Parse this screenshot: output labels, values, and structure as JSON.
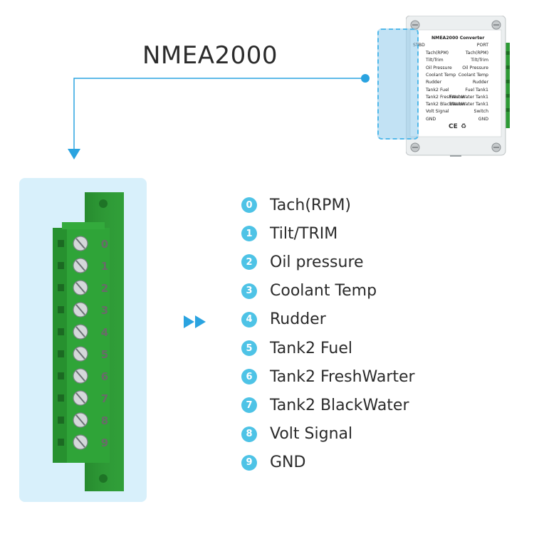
{
  "title": "NMEA2000",
  "device": {
    "name": "NMEA2000 Converter",
    "left_header": "STBD",
    "right_header": "PORT",
    "left_labels": [
      "Tach(RPM)",
      "Tilt/Trim",
      "Oil Pressure",
      "Coolant Temp",
      "Rudder",
      "Tank2 Fuel",
      "Tank2 FreshWater",
      "Tank2 BlackWater",
      "Volt Signal",
      "GND"
    ],
    "right_labels": [
      "Tach(RPM)",
      "Tilt/Trim",
      "Oil Pressure",
      "Coolant Temp",
      "Rudder",
      "Fuel Tank1",
      "FreshWater Tank1",
      "BlackWater Tank1",
      "Switch",
      "GND"
    ],
    "ce_mark": "CE",
    "recycle_mark": "♻"
  },
  "terminal_numbers": [
    "0",
    "1",
    "2",
    "3",
    "4",
    "5",
    "6",
    "7",
    "8",
    "9"
  ],
  "pins": [
    {
      "num": "0",
      "label": "Tach(RPM)"
    },
    {
      "num": "1",
      "label": "Tilt/TRIM"
    },
    {
      "num": "2",
      "label": "Oil pressure"
    },
    {
      "num": "3",
      "label": "Coolant Temp"
    },
    {
      "num": "4",
      "label": "Rudder"
    },
    {
      "num": "5",
      "label": "Tank2 Fuel"
    },
    {
      "num": "6",
      "label": "Tank2 FreshWarter"
    },
    {
      "num": "7",
      "label": "Tank2 BlackWater"
    },
    {
      "num": "8",
      "label": "Volt Signal"
    },
    {
      "num": "9",
      "label": "GND"
    }
  ],
  "colors": {
    "accent": "#2aa3e0",
    "badge": "#4ec3e6",
    "terminal_green": "#2d9a35",
    "panel_bg": "#d8f0fb"
  }
}
